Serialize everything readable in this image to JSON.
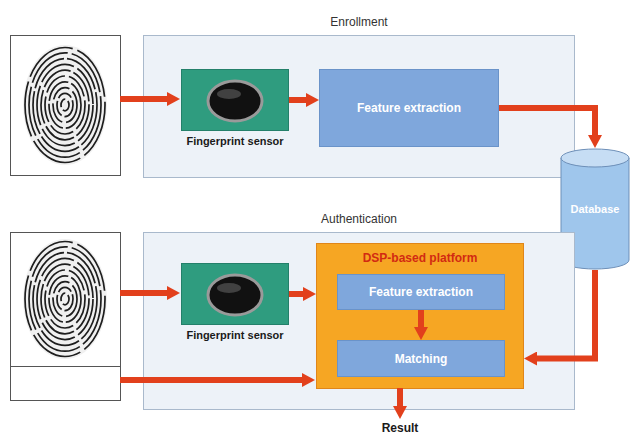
{
  "diagram": {
    "nodes": [
      {
        "text": [
          "Enrollment"
        ]
      },
      {
        "text": [
          "Fingerprint sensor"
        ],
        "in": 0
      },
      {
        "text": [
          "Feature extraction"
        ],
        "in": 0
      },
      {
        "text": [
          "Database"
        ]
      },
      {
        "text": [
          "Authentication"
        ]
      },
      {
        "text": [
          "Fingerprint sensor"
        ],
        "in": 4
      },
      {
        "text": [
          "DSP-based platform"
        ],
        "in": 4
      },
      {
        "text": [
          "Feature extraction"
        ],
        "in": 6
      },
      {
        "text": [
          "Matching"
        ],
        "in": 6
      }
    ],
    "edges": [
      {
        "from": 1,
        "to": 2,
        "arrow": "to"
      },
      {
        "from": 2,
        "to": 3,
        "arrow": "to"
      },
      {
        "from": 5,
        "to": 6,
        "arrow": "to"
      },
      {
        "from": 7,
        "to": 8,
        "arrow": "to"
      },
      {
        "from": 3,
        "to": 6,
        "arrow": "to"
      }
    ],
    "labels": [
      "Result"
    ]
  }
}
